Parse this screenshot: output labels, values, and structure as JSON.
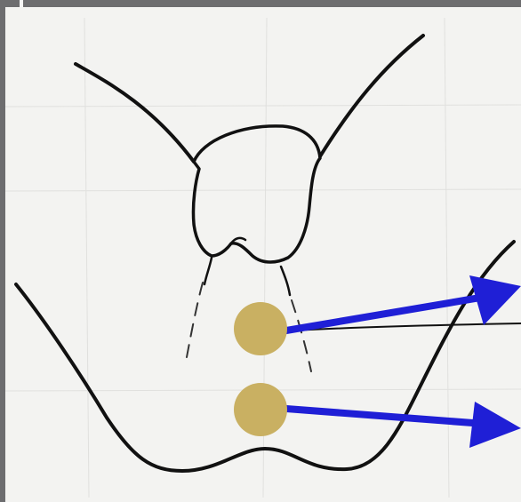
{
  "figure": {
    "kind": "anatomical line sketch with marker points",
    "background_color": "#f3f3f1",
    "frame_color": "#6d6d6f",
    "line_color": "#111111",
    "markers": [
      {
        "name": "upper-marker",
        "color": "#c9b062"
      },
      {
        "name": "lower-marker",
        "color": "#c9b062"
      }
    ],
    "arrows": [
      {
        "name": "upper-arrow",
        "color": "#1f1fd6"
      },
      {
        "name": "lower-arrow",
        "color": "#1f1fd6"
      }
    ]
  }
}
